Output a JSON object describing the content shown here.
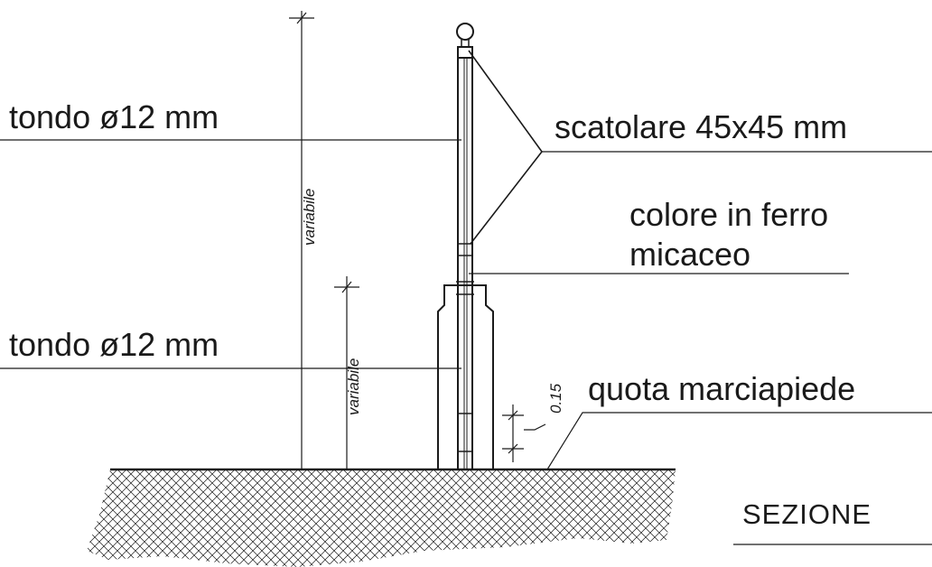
{
  "labels": {
    "rod_upper": "tondo ø12 mm",
    "rod_lower": "tondo ø12 mm",
    "box_section": "scatolare 45x45 mm",
    "color_line1": "colore in ferro",
    "color_line2": "micaceo",
    "sidewalk_level": "quota marciapiede",
    "section_title": "SEZIONE"
  },
  "dimensions": {
    "height_total": "variabile",
    "height_lower": "variabile",
    "curb_height": "0.15"
  },
  "colors": {
    "ink": "#1a1a1a",
    "background": "#ffffff"
  }
}
